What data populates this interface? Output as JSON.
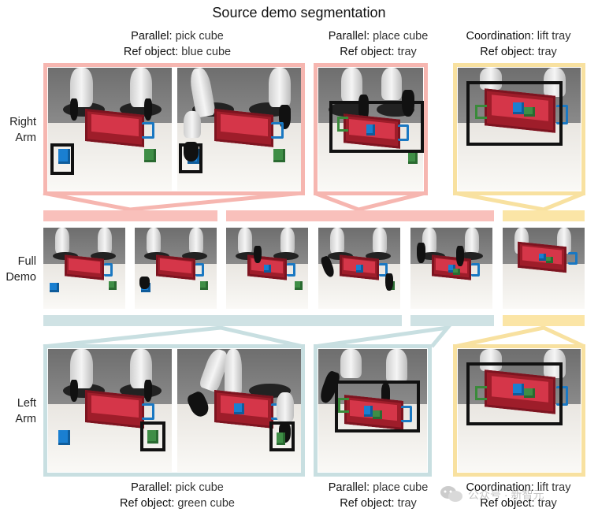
{
  "title": "Source demo segmentation",
  "row_labels": {
    "right_arm": "Right\nArm",
    "full_demo": "Full\nDemo",
    "left_arm": "Left\nArm"
  },
  "top_captions": [
    {
      "key": "Parallel:",
      "value": "pick cube",
      "ref_key": "Ref object:",
      "ref_value": "blue cube"
    },
    {
      "key": "Parallel:",
      "value": "place cube",
      "ref_key": "Ref object:",
      "ref_value": "tray"
    },
    {
      "key": "Coordination:",
      "value": "lift tray",
      "ref_key": "Ref object:",
      "ref_value": "tray"
    }
  ],
  "bottom_captions": [
    {
      "key": "Parallel:",
      "value": "pick cube",
      "ref_key": "Ref object:",
      "ref_value": "green cube"
    },
    {
      "key": "Parallel:",
      "value": "place cube",
      "ref_key": "Ref object:",
      "ref_value": "tray"
    },
    {
      "key": "Coordination:",
      "value": "lift tray",
      "ref_key": "Ref object:",
      "ref_value": "tray"
    }
  ],
  "segment_colors": {
    "parallel_right": "#f6b6b0",
    "parallel_left": "#c8dfe1",
    "coordination": "#f8e1a0"
  },
  "full_demo_frames": 6,
  "watermark": "公众号 · 新智元"
}
